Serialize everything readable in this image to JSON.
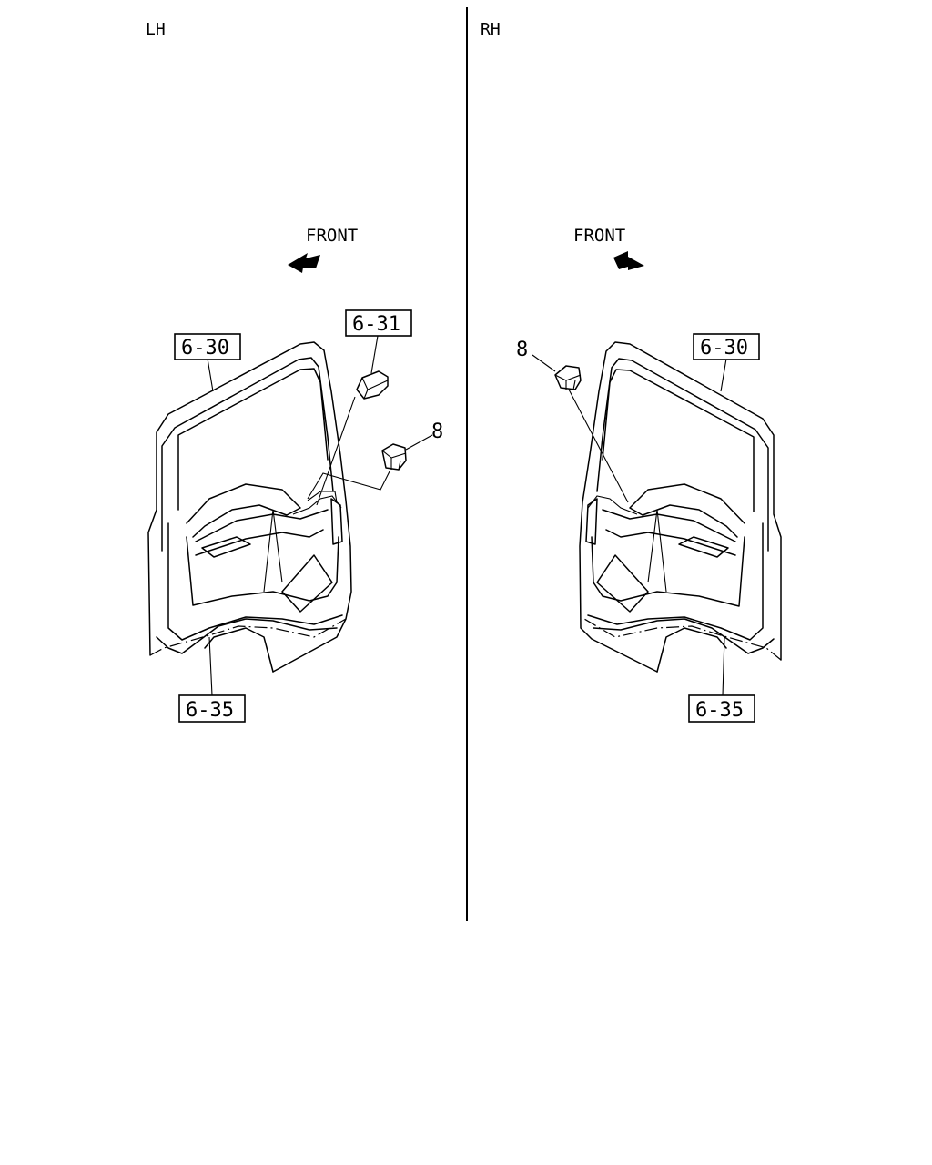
{
  "sides": {
    "left": "LH",
    "right": "RH"
  },
  "direction": "FRONT",
  "callouts": {
    "lh_frame": "6-30",
    "lh_part_top": "6-31",
    "lh_clip": "8",
    "lh_bottom": "6-35",
    "rh_clip": "8",
    "rh_frame": "6-30",
    "rh_bottom": "6-35"
  }
}
